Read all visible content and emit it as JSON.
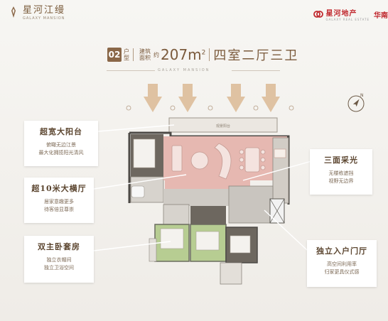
{
  "brand_left": {
    "title": "星河江缦",
    "subtitle": "GALAXY MANSION"
  },
  "brand_right": {
    "title": "星河地产",
    "subtitle": "GALAXY REAL ESTATE",
    "extra": "华南"
  },
  "unit": {
    "code": "02",
    "type_label_1": "户",
    "type_label_2": "型",
    "area_label_1": "建筑",
    "area_label_2": "面积",
    "about": "约",
    "area_value": "207m",
    "area_sup": "2",
    "layout": "四室二厅三卫",
    "sub": "GALAXY MANSION"
  },
  "plan": {
    "balcony_label": "观景阳台"
  },
  "callouts": [
    {
      "title": "超宽大阳台",
      "line1": "俯瞰无边江景",
      "line2": "最大化拥揽阳光清风"
    },
    {
      "title": "超10米大横厅",
      "line1": "居家意趣更多",
      "line2": "待客倍显尊崇"
    },
    {
      "title": "双主卧套房",
      "line1": "独立衣帽间",
      "line2": "独立卫浴空间"
    },
    {
      "title": "三面采光",
      "line1": "无楼栋遮挡",
      "line2": "视野无边界"
    },
    {
      "title": "独立入户门厅",
      "line1": "高空间利用率",
      "line2": "归家更具仪式感"
    }
  ],
  "colors": {
    "accent": "#8a6748",
    "living_room": "#e8b7b1",
    "bedroom": "#b7cd92",
    "brand_red": "#c0282d"
  }
}
